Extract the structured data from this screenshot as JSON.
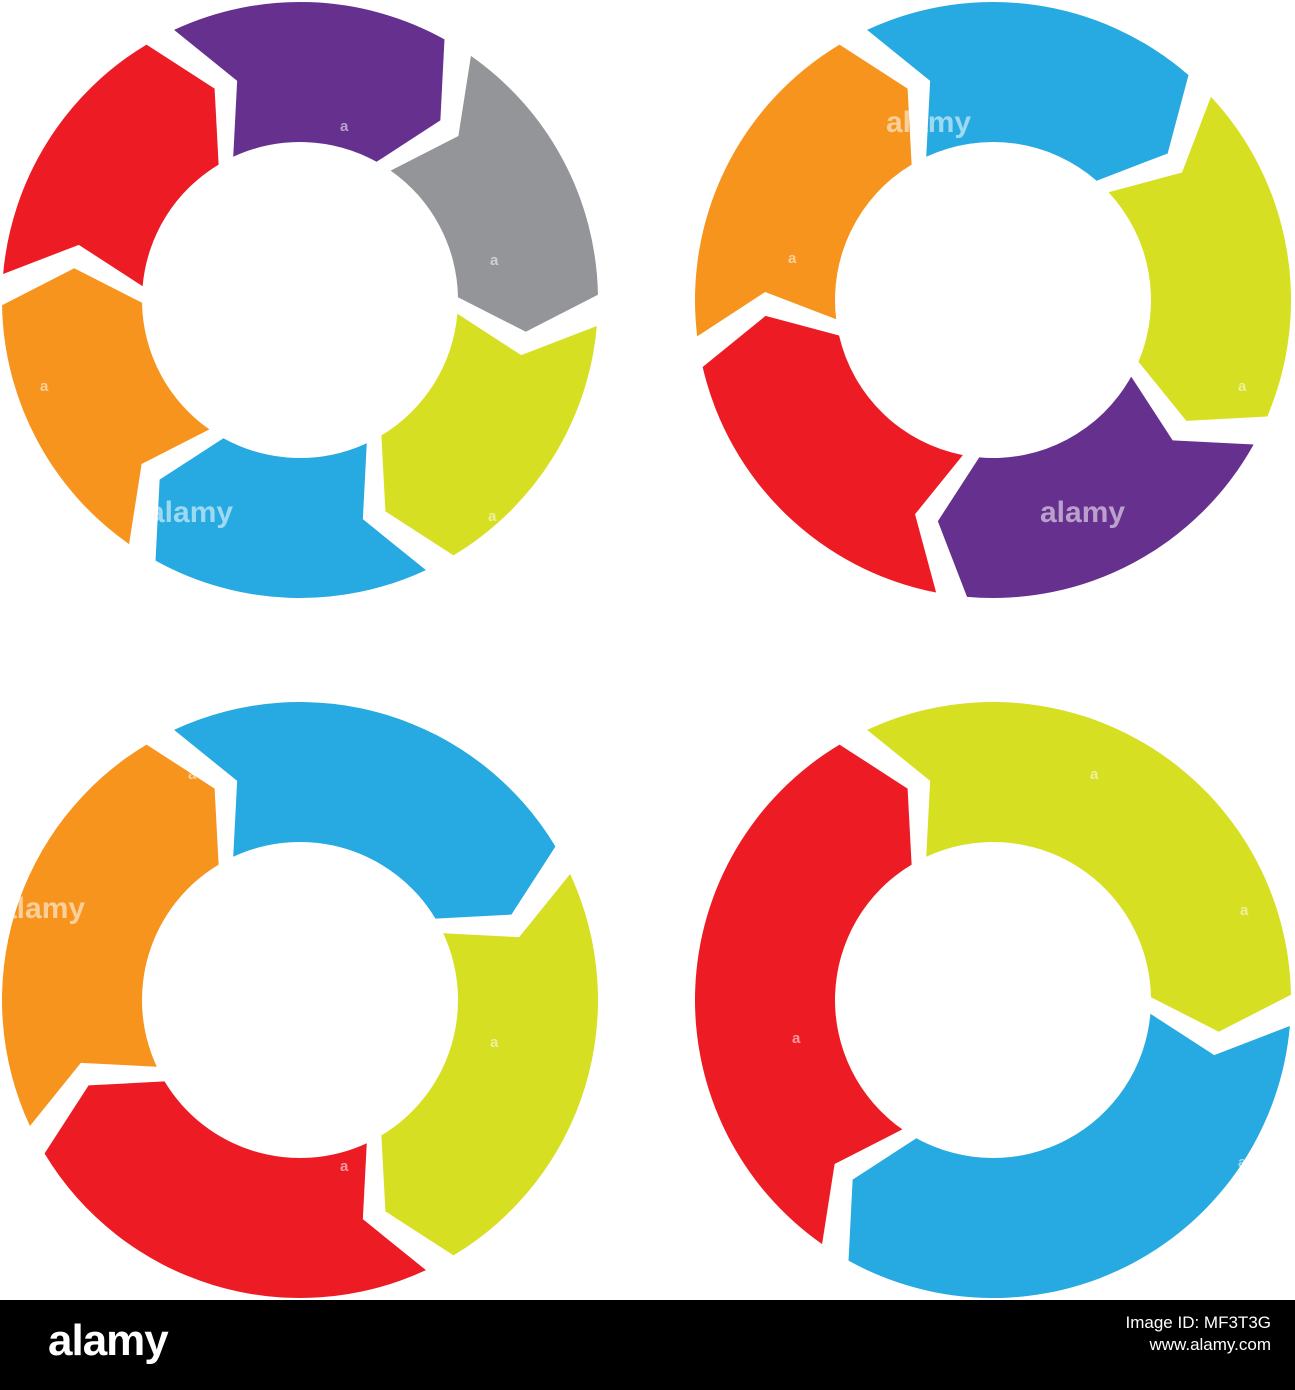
{
  "colors": {
    "purple": "#66308f",
    "gray": "#939598",
    "lime": "#d7df23",
    "blue": "#27aae1",
    "orange": "#f7941d",
    "red": "#ed1c24",
    "background": "#ffffff"
  },
  "diagrams": [
    {
      "name": "cycle-six-steps",
      "segments": [
        "purple",
        "gray",
        "lime",
        "blue",
        "orange",
        "red"
      ]
    },
    {
      "name": "cycle-five-steps",
      "segments": [
        "blue",
        "lime",
        "purple",
        "red",
        "orange"
      ]
    },
    {
      "name": "cycle-four-steps",
      "segments": [
        "blue",
        "lime",
        "red",
        "orange"
      ]
    },
    {
      "name": "cycle-three-steps",
      "segments": [
        "lime",
        "blue",
        "red"
      ]
    }
  ],
  "watermark": {
    "brand": "alamy",
    "mark": "a"
  },
  "footer": {
    "logo": "alamy",
    "image_id": "Image ID: MF3T3G",
    "site": "www.alamy.com"
  }
}
